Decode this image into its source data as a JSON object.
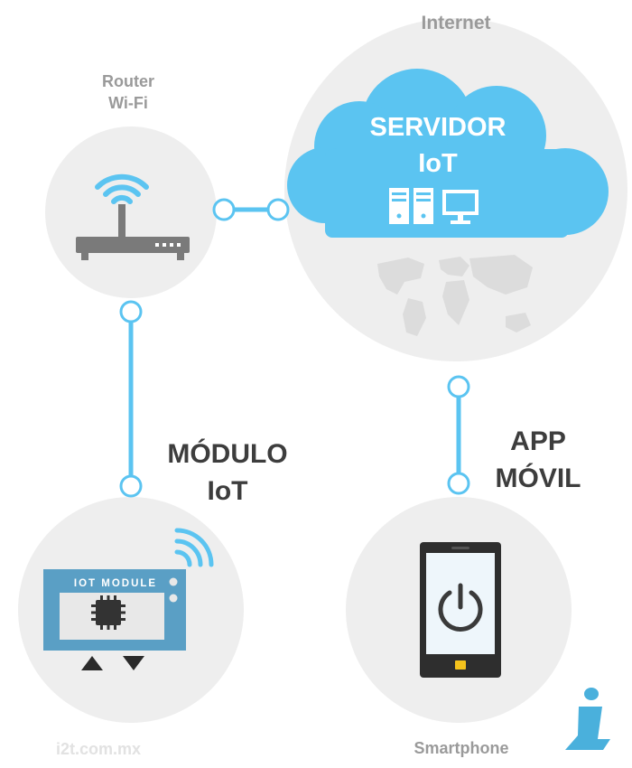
{
  "labels": {
    "internet": "Internet",
    "router_line1": "Router",
    "router_line2": "Wi-Fi",
    "server_line1": "SERVIDOR",
    "server_line2": "IoT",
    "module_line1": "MÓDULO",
    "module_line2": "IoT",
    "module_card": "IOT MODULE",
    "app_line1": "APP",
    "app_line2": "MÓVIL",
    "smartphone": "Smartphone",
    "website": "i2t.com.mx"
  },
  "colors": {
    "accent_blue": "#5bc4f1",
    "circle_bg": "#eeeeee",
    "label_grey": "#9a9a9a",
    "label_dark": "#3d3d3d",
    "router_body": "#7a7a7a",
    "module_card": "#5a9fc5",
    "phone_body": "#2e2e2e",
    "phone_screen": "#eef6fb",
    "phone_button": "#f4c21c",
    "brand_logo": "#4ab0dc"
  },
  "icons": {
    "router": "wifi-router-icon",
    "cloud": "cloud-icon",
    "servers": "server-rack-icon",
    "monitor": "monitor-icon",
    "world_map": "world-map-icon",
    "chip": "microchip-icon",
    "signal": "wifi-signal-icon",
    "arrows": "up-down-arrows-icon",
    "phone": "smartphone-icon",
    "power": "power-icon",
    "logo": "i2t-logo-icon"
  }
}
